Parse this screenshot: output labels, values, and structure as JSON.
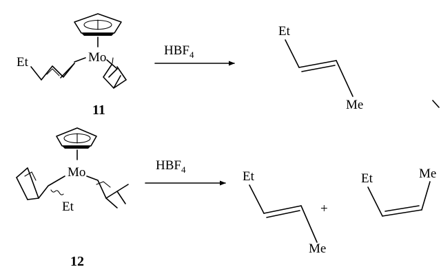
{
  "reaction_1": {
    "reactant": {
      "compound_label": "11",
      "metal": "Mo",
      "substituent": "Et"
    },
    "reagent": {
      "base": "HBF",
      "subscript": "4"
    },
    "product": {
      "group_top": "Et",
      "group_bottom": "Me"
    }
  },
  "reaction_2": {
    "reactant": {
      "compound_label": "12",
      "metal": "Mo",
      "substituent": "Et"
    },
    "reagent": {
      "base": "HBF",
      "subscript": "4"
    },
    "product_trans": {
      "group_top": "Et",
      "group_bottom": "Me"
    },
    "plus_sign": "+",
    "product_cis": {
      "group_left": "Et",
      "group_right": "Me"
    }
  }
}
